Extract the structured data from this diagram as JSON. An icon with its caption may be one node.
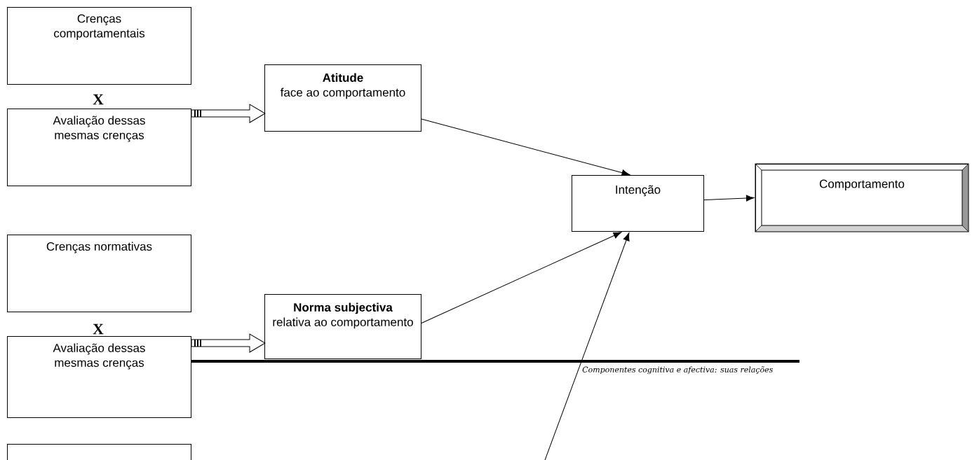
{
  "diagram": {
    "nodes": [
      {
        "text": [
          "Crenças comportamentais"
        ]
      },
      {
        "text": [
          "Avaliação dessas mesmas crenças"
        ]
      },
      {
        "text": [
          "Crenças normativas"
        ]
      },
      {
        "text": [
          "Avaliação dessas mesmas crenças"
        ]
      },
      {
        "text": [
          "Atitude",
          "face ao comportamento"
        ]
      },
      {
        "text": [
          "Norma subjectiva",
          "relativa ao comportamento"
        ]
      },
      {
        "text": [
          "Intenção"
        ]
      },
      {
        "text": [
          "Comportamento"
        ]
      },
      {
        "text": [],
        "shape": "box"
      }
    ],
    "edges": [
      {
        "from": 1,
        "to": 4,
        "arrow": "to",
        "style": "thick"
      },
      {
        "from": 3,
        "to": 5,
        "arrow": "to",
        "style": "thick"
      },
      {
        "from": 4,
        "to": 6,
        "arrow": "to"
      },
      {
        "from": 5,
        "to": 6,
        "arrow": "to"
      },
      {
        "from": 6,
        "to": 7,
        "arrow": "to"
      },
      {
        "from": null,
        "to": 6,
        "arrow": "to"
      }
    ],
    "labels": [
      "X",
      "X",
      "Componentes cognitiva e afectiva: suas relações"
    ]
  }
}
